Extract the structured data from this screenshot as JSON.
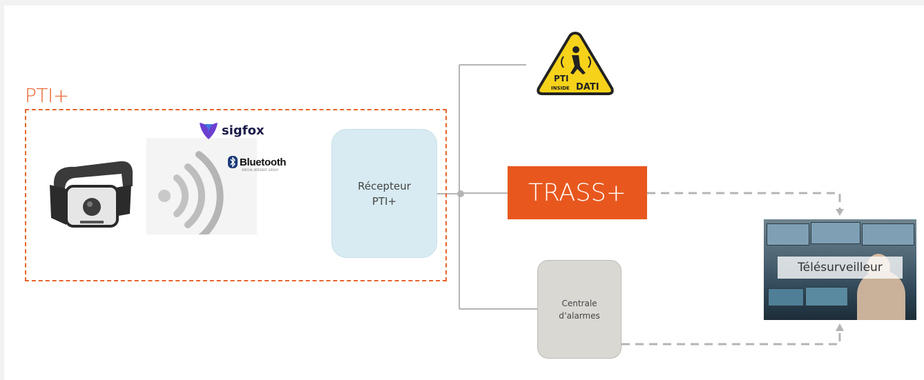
{
  "pti_label": "PTI+",
  "receiver": {
    "line1": "Récepteur",
    "line2": "PTI+"
  },
  "trass": {
    "label": "TRASS+"
  },
  "centrale": {
    "line1": "Centrale",
    "line2": "d’alarmes"
  },
  "telesurveilleur": {
    "label": "Télésurveilleur"
  },
  "sigfox": {
    "label": "sigfox"
  },
  "bluetooth": {
    "label": "Bluetooth",
    "sub": "SPECIAL INTEREST GROUP"
  },
  "dati_sign": {
    "top": "PTI",
    "inside": "INSIDE",
    "dati": "DATI"
  },
  "colors": {
    "accent": "#e8632b",
    "trass": "#e8581e",
    "receiver_fill": "#d8ebf2",
    "centrale_fill": "#d9d8d3",
    "connector": "#b4b4b4",
    "dashed_connector": "#b4b4b4",
    "warning_yellow": "#f6d21a"
  },
  "icons": [
    "sigfox-logo-icon",
    "bluetooth-logo-icon",
    "wireless-signal-icon",
    "wristband-device-icon",
    "dati-warning-icon",
    "operator-photo"
  ]
}
